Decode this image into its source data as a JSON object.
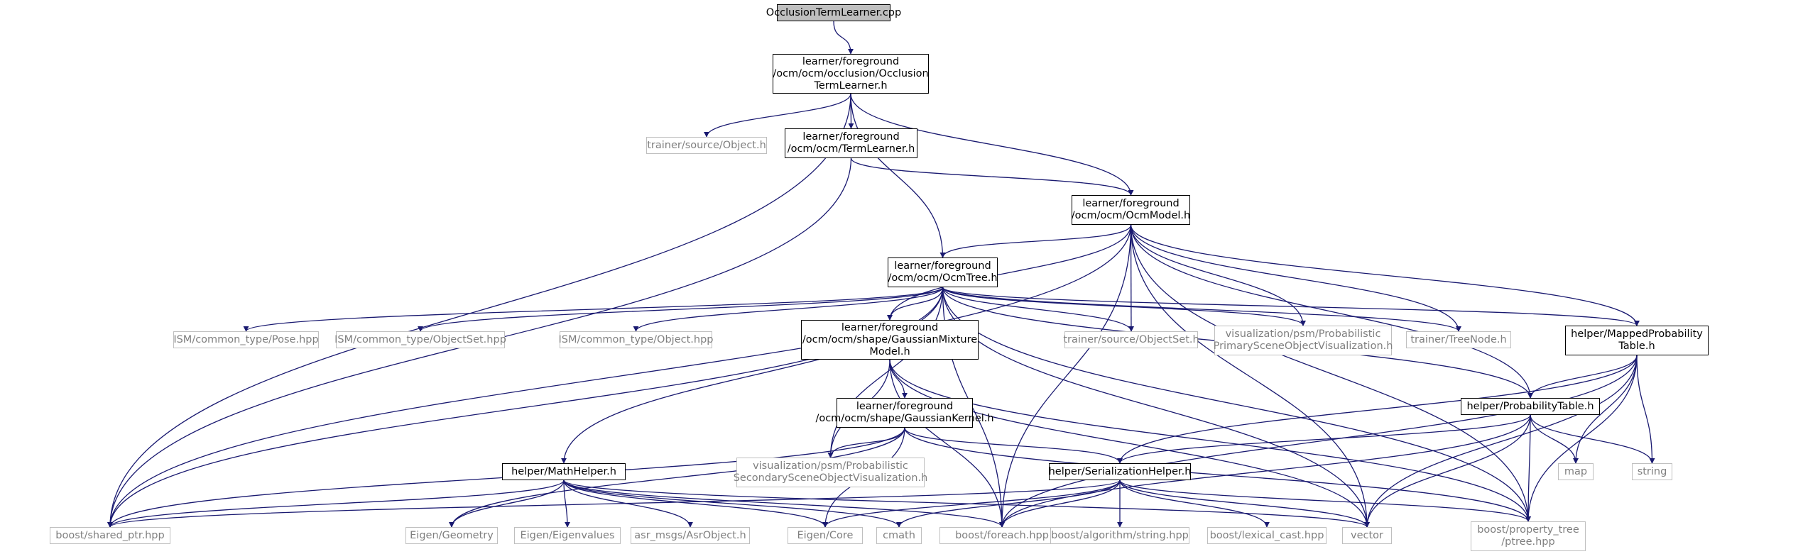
{
  "colors": {
    "edge": "#191970",
    "node_border": "#000000",
    "external_border": "#bfbfbf",
    "external_text": "#7f7f7f",
    "root_fill": "#bfbfbf"
  },
  "nodes": {
    "root": "OcclusionTermLearner.cpp",
    "occlusion_term_learner": "learner/foreground\n/ocm/ocm/occlusion/Occlusion\nTermLearner.h",
    "trainer_object": "trainer/source/Object.h",
    "term_learner": "learner/foreground\n/ocm/ocm/TermLearner.h",
    "ocm_model": "learner/foreground\n/ocm/ocm/OcmModel.h",
    "ocm_tree": "learner/foreground\n/ocm/ocm/OcmTree.h",
    "ism_pose": "ISM/common_type/Pose.hpp",
    "ism_objectset": "ISM/common_type/ObjectSet.hpp",
    "ism_object": "ISM/common_type/Object.hpp",
    "gaussian_mixture": "learner/foreground\n/ocm/ocm/shape/GaussianMixture\nModel.h",
    "trainer_objectset": "trainer/source/ObjectSet.h",
    "psm_primary": "visualization/psm/Probabilistic\nPrimarySceneObjectVisualization.h",
    "trainer_treenode": "trainer/TreeNode.h",
    "mapped_prob": "helper/MappedProbability\nTable.h",
    "gaussian_kernel": "learner/foreground\n/ocm/ocm/shape/GaussianKernel.h",
    "prob_table": "helper/ProbabilityTable.h",
    "psm_secondary": "visualization/psm/Probabilistic\nSecondarySceneObjectVisualization.h",
    "math_helper": "helper/MathHelper.h",
    "serialization_helper": "helper/SerializationHelper.h",
    "map": "map",
    "string": "string",
    "shared_ptr": "boost/shared_ptr.hpp",
    "eigen_geometry": "Eigen/Geometry",
    "eigen_eigenvalues": "Eigen/Eigenvalues",
    "asr_object": "asr_msgs/AsrObject.h",
    "eigen_core": "Eigen/Core",
    "cmath": "cmath",
    "foreach": "boost/foreach.hpp",
    "algorithm_string": "boost/algorithm/string.hpp",
    "lexical_cast": "boost/lexical_cast.hpp",
    "vector": "vector",
    "ptree": "boost/property_tree\n/ptree.hpp"
  },
  "edges": [
    [
      "root",
      "occlusion_term_learner"
    ],
    [
      "occlusion_term_learner",
      "shared_ptr"
    ],
    [
      "occlusion_term_learner",
      "trainer_object"
    ],
    [
      "occlusion_term_learner",
      "term_learner"
    ],
    [
      "occlusion_term_learner",
      "ocm_model"
    ],
    [
      "occlusion_term_learner",
      "ocm_tree"
    ],
    [
      "term_learner",
      "ocm_model"
    ],
    [
      "term_learner",
      "shared_ptr"
    ],
    [
      "ocm_model",
      "ocm_tree"
    ],
    [
      "ocm_model",
      "shared_ptr"
    ],
    [
      "ocm_model",
      "foreach"
    ],
    [
      "ocm_model",
      "gaussian_mixture"
    ],
    [
      "ocm_model",
      "trainer_objectset"
    ],
    [
      "ocm_model",
      "psm_primary"
    ],
    [
      "ocm_model",
      "trainer_treenode"
    ],
    [
      "ocm_model",
      "mapped_prob"
    ],
    [
      "ocm_model",
      "prob_table"
    ],
    [
      "ocm_model",
      "vector"
    ],
    [
      "ocm_model",
      "ptree"
    ],
    [
      "ocm_tree",
      "shared_ptr"
    ],
    [
      "ocm_tree",
      "ism_pose"
    ],
    [
      "ocm_tree",
      "ism_objectset"
    ],
    [
      "ocm_tree",
      "ism_object"
    ],
    [
      "ocm_tree",
      "math_helper"
    ],
    [
      "ocm_tree",
      "psm_secondary"
    ],
    [
      "ocm_tree",
      "foreach"
    ],
    [
      "ocm_tree",
      "gaussian_mixture"
    ],
    [
      "ocm_tree",
      "trainer_objectset"
    ],
    [
      "ocm_tree",
      "psm_primary"
    ],
    [
      "ocm_tree",
      "trainer_treenode"
    ],
    [
      "ocm_tree",
      "mapped_prob"
    ],
    [
      "ocm_tree",
      "prob_table"
    ],
    [
      "ocm_tree",
      "vector"
    ],
    [
      "ocm_tree",
      "ptree"
    ],
    [
      "gaussian_mixture",
      "gaussian_kernel"
    ],
    [
      "gaussian_mixture",
      "psm_secondary"
    ],
    [
      "gaussian_mixture",
      "foreach"
    ],
    [
      "gaussian_mixture",
      "vector"
    ],
    [
      "gaussian_mixture",
      "ptree"
    ],
    [
      "gaussian_kernel",
      "psm_secondary"
    ],
    [
      "gaussian_kernel",
      "shared_ptr"
    ],
    [
      "gaussian_kernel",
      "eigen_geometry"
    ],
    [
      "gaussian_kernel",
      "eigen_core"
    ],
    [
      "gaussian_kernel",
      "serialization_helper"
    ],
    [
      "gaussian_kernel",
      "ptree"
    ],
    [
      "mapped_prob",
      "prob_table"
    ],
    [
      "mapped_prob",
      "serialization_helper"
    ],
    [
      "mapped_prob",
      "map"
    ],
    [
      "mapped_prob",
      "string"
    ],
    [
      "mapped_prob",
      "foreach"
    ],
    [
      "mapped_prob",
      "vector"
    ],
    [
      "mapped_prob",
      "ptree"
    ],
    [
      "prob_table",
      "serialization_helper"
    ],
    [
      "prob_table",
      "map"
    ],
    [
      "prob_table",
      "string"
    ],
    [
      "prob_table",
      "foreach"
    ],
    [
      "prob_table",
      "vector"
    ],
    [
      "prob_table",
      "ptree"
    ],
    [
      "math_helper",
      "shared_ptr"
    ],
    [
      "math_helper",
      "eigen_geometry"
    ],
    [
      "math_helper",
      "eigen_eigenvalues"
    ],
    [
      "math_helper",
      "asr_object"
    ],
    [
      "math_helper",
      "eigen_core"
    ],
    [
      "math_helper",
      "cmath"
    ],
    [
      "math_helper",
      "foreach"
    ],
    [
      "math_helper",
      "vector"
    ],
    [
      "serialization_helper",
      "shared_ptr"
    ],
    [
      "serialization_helper",
      "eigen_core"
    ],
    [
      "serialization_helper",
      "cmath"
    ],
    [
      "serialization_helper",
      "foreach"
    ],
    [
      "serialization_helper",
      "algorithm_string"
    ],
    [
      "serialization_helper",
      "lexical_cast"
    ],
    [
      "serialization_helper",
      "vector"
    ],
    [
      "serialization_helper",
      "ptree"
    ]
  ]
}
